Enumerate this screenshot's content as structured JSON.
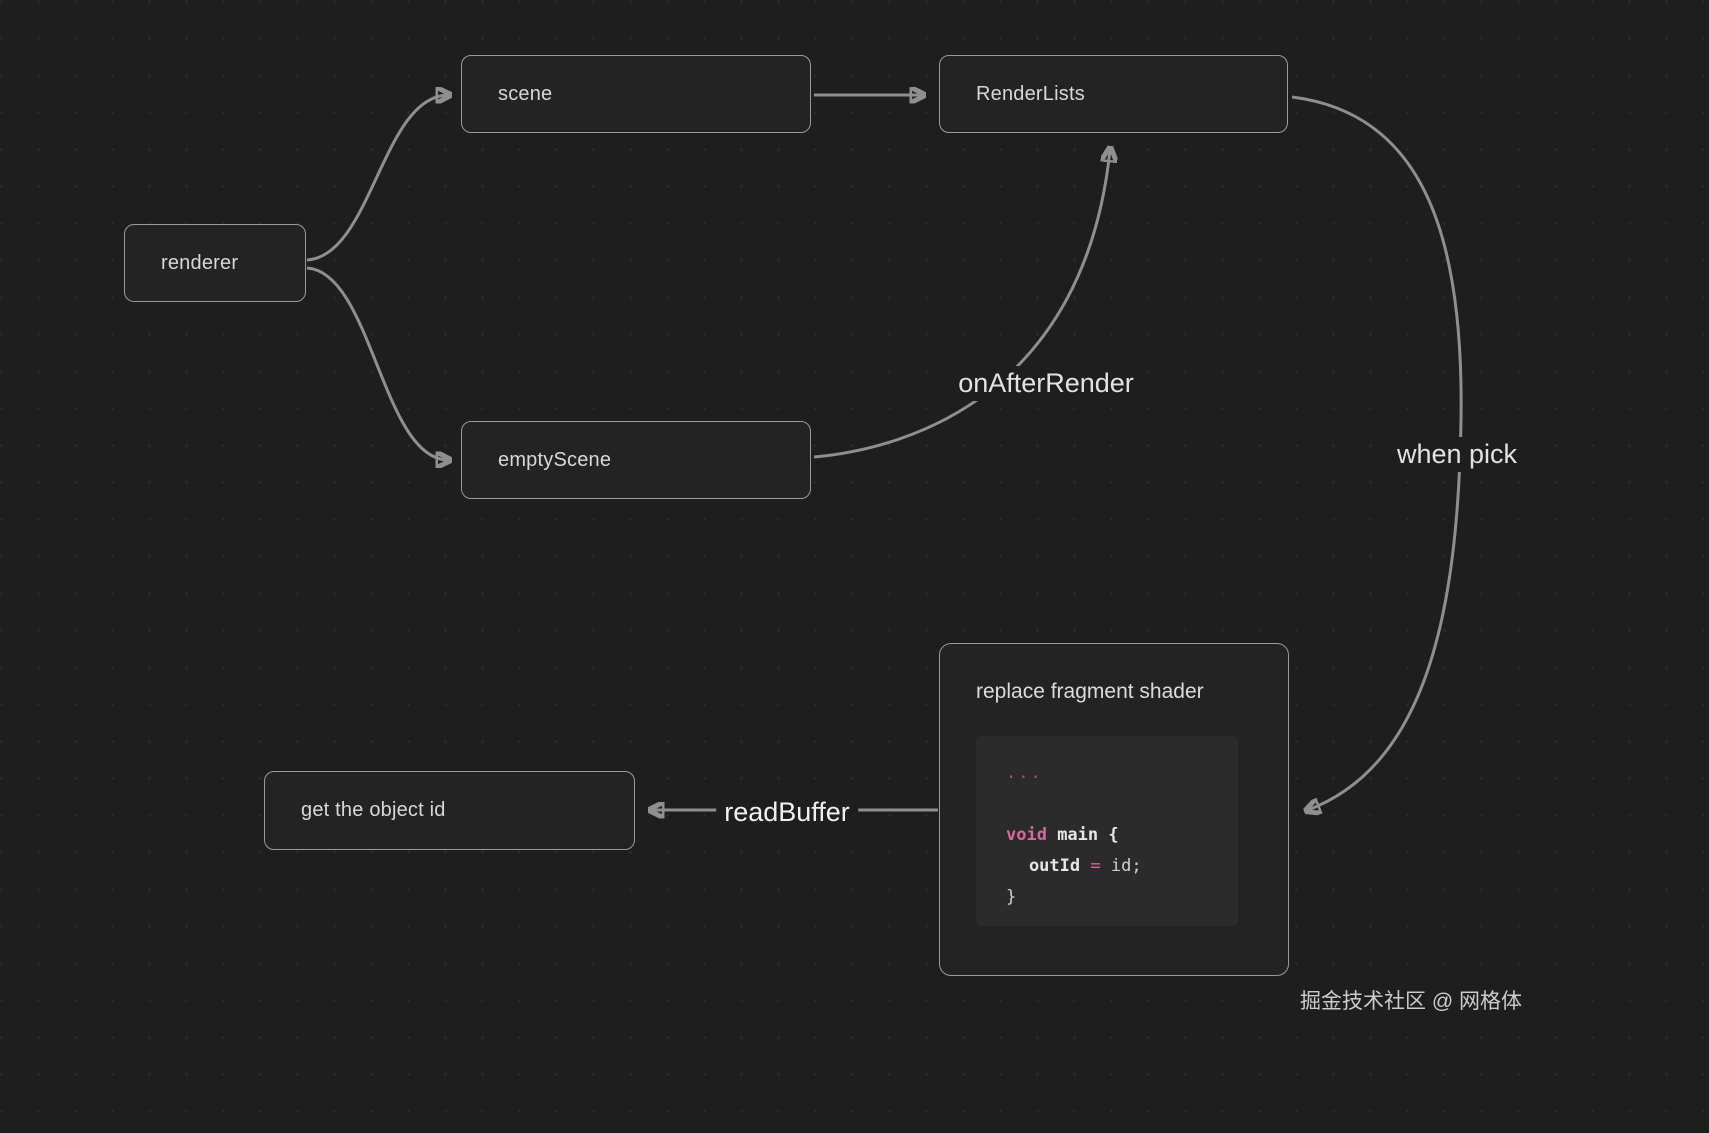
{
  "diagram": {
    "nodes": {
      "renderer": "renderer",
      "scene": "scene",
      "render_lists": "RenderLists",
      "empty_scene": "emptyScene",
      "get_object_id": "get the object id"
    },
    "shader": {
      "title": "replace fragment shader",
      "code": {
        "ellipsis": "...",
        "kw_void": "void",
        "main_rest": " main {",
        "out_id": "outId",
        "assign": " = ",
        "id_val": "id;",
        "close_brace": "}"
      }
    },
    "edge_labels": {
      "on_after_render": "onAfterRender",
      "when_pick": "when pick",
      "read_buffer": "readBuffer"
    }
  },
  "watermark": "掘金技术社区 @ 网格体",
  "colors": {
    "background": "#1e1e1e",
    "node_border": "#9a9a9a",
    "node_fill": "#232323",
    "arrow": "#8f8f8f",
    "code_background": "#2b2b2b",
    "code_keyword": "#d9689c",
    "text": "#d8d8d8"
  }
}
